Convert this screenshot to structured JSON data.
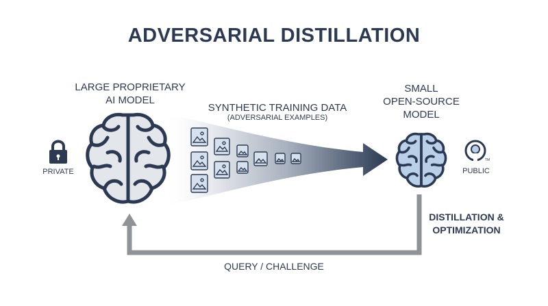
{
  "title": "ADVERSARIAL DISTILLATION",
  "large_model": {
    "line1": "LARGE PROPRIETARY",
    "line2": "AI MODEL"
  },
  "private_label": "PRIVATE",
  "synthetic": {
    "title": "SYNTHETIC TRAINING DATA",
    "subtitle": "(ADVERSARIAL EXAMPLES)"
  },
  "small_model": {
    "line1": "SMALL",
    "line2": "OPEN-SOURCE",
    "line3": "MODEL"
  },
  "public_label": "PUBLIC",
  "distillation": {
    "line1": "DISTILLATION &",
    "line2": "OPTIMIZATION"
  },
  "query_label": "QUERY / CHALLENGE",
  "icons": {
    "lock": "lock-icon",
    "open_source": "open-source-icon",
    "large_brain": "brain-icon",
    "small_brain": "brain-icon",
    "data": "image-file-icon"
  },
  "colors": {
    "navy": "#2b3a52",
    "brain_large_fill": "#e3e6ea",
    "brain_small_fill": "#b9d0e8",
    "arrow_gray": "#8f9296"
  }
}
